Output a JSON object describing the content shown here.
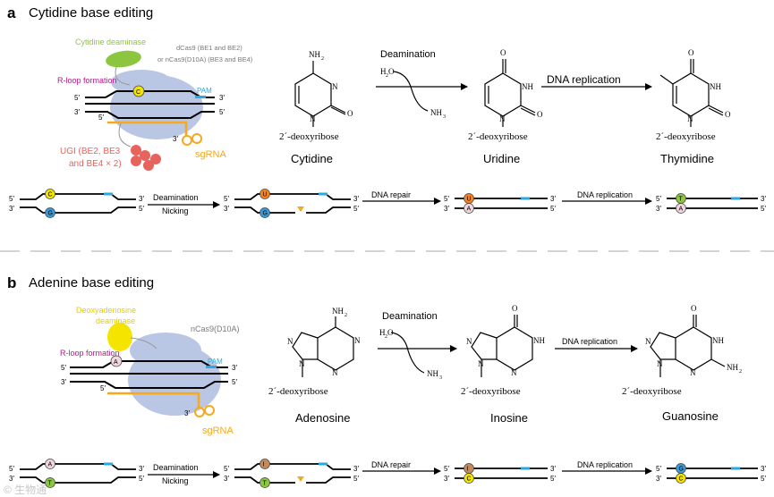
{
  "colors": {
    "deaminase_green": "#8cc63f",
    "deaminase_yellow": "#f4e400",
    "cas9_blue": "#b9c6e4",
    "pam_blue": "#27aae1",
    "sgrna_orange": "#f7a81b",
    "rloop_magenta": "#b5178c",
    "ugi_red": "#e8635c",
    "gray_text": "#7a7a7a",
    "u_orange": "#f58220",
    "g_blue": "#3a9ad9",
    "t_green": "#8dc63f",
    "a_pink": "#f0d6de",
    "i_brown": "#c48a5c",
    "c_yellow": "#f2e300"
  },
  "panel_a": {
    "letter": "a",
    "title": "Cytidine base editing",
    "deaminase_label": "Cytidine deaminase",
    "cas9_label_1": "dCas9 (BE1 and BE2)",
    "cas9_label_2": "or nCas9(D10A)  (BE3 and BE4)",
    "rloop_label": "R-loop formation",
    "pam_label": "PAM",
    "ugi_label_1": "UGI (BE2, BE3",
    "ugi_label_2": "and BE4 × 2)",
    "sgrna_label": "sgRNA",
    "base_top": "C",
    "reaction1": "Deamination",
    "water": "H",
    "water_sub": "2",
    "water_o": "O",
    "ammonia": "NH",
    "ammonia_sub": "3",
    "reaction2": "DNA replication",
    "compound1": "Cytidine",
    "compound2": "Uridine",
    "compound3": "Thymidine",
    "sugar": "2´-deoxyribose",
    "atoms": {
      "N": "N",
      "O": "O",
      "NH": "NH",
      "NH2": "NH",
      "sub2": "2"
    },
    "strands": {
      "step1": {
        "top": "C",
        "bottom": "G"
      },
      "step2": {
        "top": "U",
        "bottom": "G"
      },
      "step3": {
        "top": "U",
        "bottom": "A"
      },
      "step4": {
        "top": "T",
        "bottom": "A"
      }
    },
    "arrow1_l1": "Deamination",
    "arrow1_l2": "Nicking",
    "arrow2": "DNA repair",
    "arrow3": "DNA replication"
  },
  "panel_b": {
    "letter": "b",
    "title": "Adenine base editing",
    "deaminase_label_1": "Deoxyadenosine",
    "deaminase_label_2": "deaminase",
    "cas9_label": "nCas9(D10A)",
    "rloop_label": "R-loop formation",
    "pam_label": "PAM",
    "sgrna_label": "sgRNA",
    "base_top": "A",
    "reaction1": "Deamination",
    "reaction2": "DNA replication",
    "compound1": "Adenosine",
    "compound2": "Inosine",
    "compound3": "Guanosine",
    "sugar": "2´-deoxyribose",
    "strands": {
      "step1": {
        "top": "A",
        "bottom": "T"
      },
      "step2": {
        "top": "I",
        "bottom": "T"
      },
      "step3": {
        "top": "I",
        "bottom": "C"
      },
      "step4": {
        "top": "G",
        "bottom": "C"
      }
    },
    "arrow1_l1": "Deamination",
    "arrow1_l2": "Nicking",
    "arrow2": "DNA repair",
    "arrow3": "DNA replication"
  },
  "strand_ends": {
    "five": "5′",
    "three": "3′"
  },
  "watermark": "© 生物通"
}
